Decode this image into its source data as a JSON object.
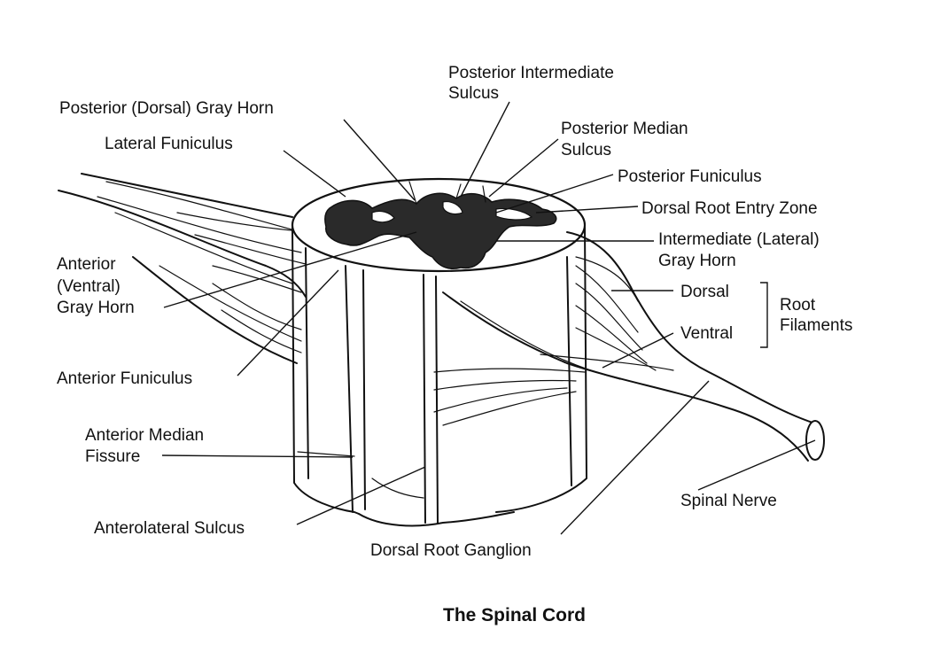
{
  "title": "The Spinal Cord",
  "labels": {
    "posterior_intermediate_sulcus_1": "Posterior Intermediate",
    "posterior_intermediate_sulcus_2": "Sulcus",
    "posterior_gray_horn": "Posterior (Dorsal) Gray Horn",
    "posterior_median_sulcus_1": "Posterior Median",
    "posterior_median_sulcus_2": "Sulcus",
    "lateral_funiculus": "Lateral Funiculus",
    "posterior_funiculus": "Posterior Funiculus",
    "dorsal_root_entry_zone": "Dorsal Root Entry Zone",
    "intermediate_gray_horn_1": "Intermediate (Lateral)",
    "intermediate_gray_horn_2": "Gray Horn",
    "anterior_gray_horn_1": "Anterior",
    "anterior_gray_horn_2": "(Ventral)",
    "anterior_gray_horn_3": "Gray Horn",
    "dorsal": "Dorsal",
    "ventral": "Ventral",
    "root_filaments_1": "Root",
    "root_filaments_2": "Filaments",
    "anterior_funiculus": "Anterior Funiculus",
    "anterior_median_fissure_1": "Anterior Median",
    "anterior_median_fissure_2": "Fissure",
    "spinal_nerve": "Spinal Nerve",
    "anterolateral_sulcus": "Anterolateral Sulcus",
    "dorsal_root_ganglion": "Dorsal Root Ganglion"
  }
}
